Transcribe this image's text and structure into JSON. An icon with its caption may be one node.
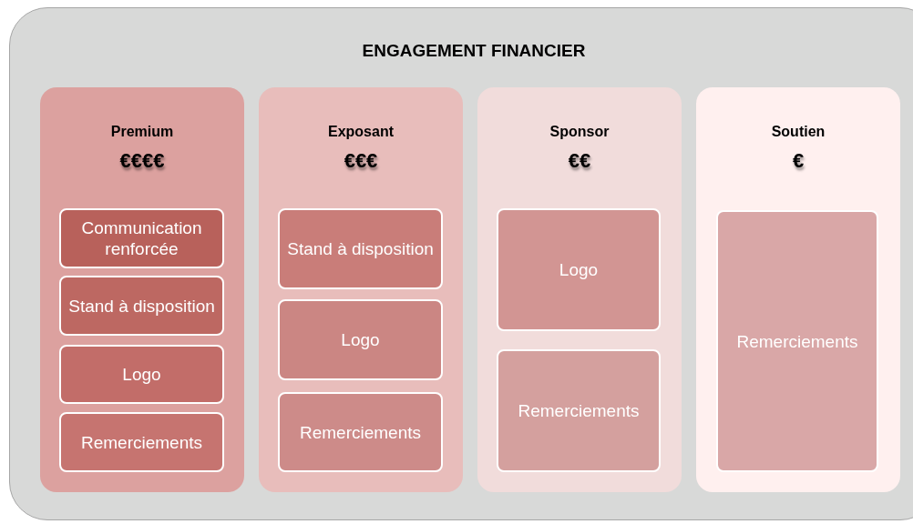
{
  "diagram": {
    "nodes": [
      {
        "text": [
          "ENGAGEMENT FINANCIER"
        ]
      },
      {
        "text": [
          "Premium",
          "€€€€"
        ],
        "in": 0
      },
      {
        "text": [
          "Communication renforcée"
        ],
        "in": 1
      },
      {
        "text": [
          "Stand à disposition"
        ],
        "in": 1
      },
      {
        "text": [
          "Logo"
        ],
        "in": 1
      },
      {
        "text": [
          "Remerciements"
        ],
        "in": 1
      },
      {
        "text": [
          "Exposant",
          "€€€"
        ],
        "in": 0
      },
      {
        "text": [
          "Stand à disposition"
        ],
        "in": 6
      },
      {
        "text": [
          "Logo"
        ],
        "in": 6
      },
      {
        "text": [
          "Remerciements"
        ],
        "in": 6
      },
      {
        "text": [
          "Sponsor",
          "€€"
        ],
        "in": 0
      },
      {
        "text": [
          "Logo"
        ],
        "in": 10
      },
      {
        "text": [
          "Remerciements"
        ],
        "in": 10
      },
      {
        "text": [
          "Soutien",
          "€"
        ],
        "in": 0
      },
      {
        "text": [
          "Remerciements"
        ],
        "in": 13
      }
    ]
  }
}
